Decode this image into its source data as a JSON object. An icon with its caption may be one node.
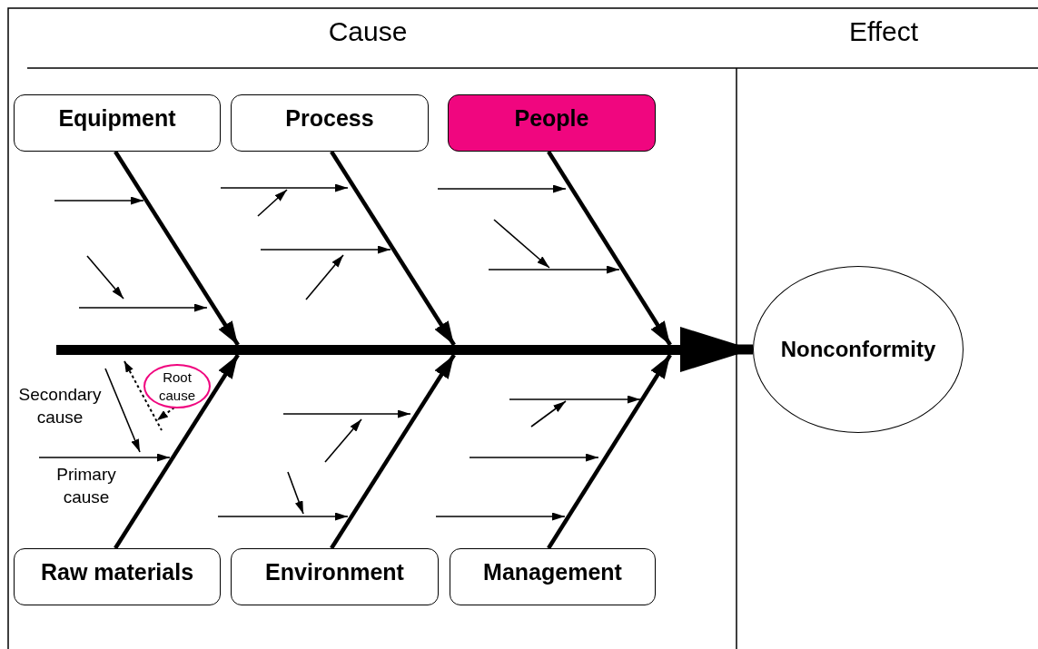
{
  "diagram": {
    "nodes": [
      {
        "text": [
          "Equipment"
        ]
      },
      {
        "text": [
          "Process"
        ]
      },
      {
        "text": [
          "People"
        ]
      },
      {
        "text": [
          "Raw materials"
        ]
      },
      {
        "text": [
          "Environment"
        ]
      },
      {
        "text": [
          "Management"
        ]
      },
      {
        "text": [
          "Nonconformity"
        ]
      },
      {
        "text": [
          "Root cause"
        ]
      },
      {
        "text": [],
        "shape": "bar"
      },
      {
        "text": [],
        "shape": "line"
      }
    ],
    "edges": [
      {
        "from": 8,
        "to": 6,
        "arrow": "to",
        "style": "thick"
      },
      {
        "from": 0,
        "to": 8,
        "arrow": "to"
      },
      {
        "from": 1,
        "to": 8,
        "arrow": "to"
      },
      {
        "from": 2,
        "to": 8,
        "arrow": "to"
      },
      {
        "from": 3,
        "to": 8,
        "arrow": "to"
      },
      {
        "from": 4,
        "to": 8,
        "arrow": "to"
      },
      {
        "from": 5,
        "to": 8,
        "arrow": "to"
      },
      {
        "from": 7,
        "to": 9,
        "arrow": "to",
        "style": "dashed"
      }
    ],
    "labels": [
      "Cause",
      "Effect",
      "Secondary cause",
      "Primary cause"
    ]
  }
}
